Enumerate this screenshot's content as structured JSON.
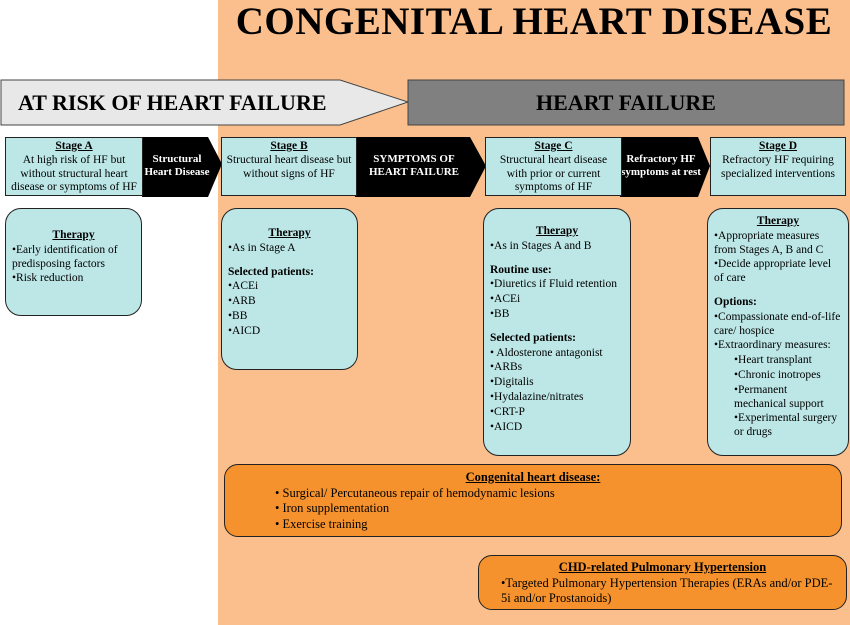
{
  "title": "CONGENITAL HEART DISEASE",
  "bands": {
    "at_risk": "AT RISK OF HEART FAILURE",
    "heart_failure": "HEART FAILURE"
  },
  "stages": [
    {
      "title": "Stage A",
      "desc": "At high risk of HF but without structural heart disease or symptoms of HF"
    },
    {
      "title": "Stage B",
      "desc": "Structural heart disease but without signs of HF"
    },
    {
      "title": "Stage C",
      "desc": "Structural heart disease with prior or current symptoms of HF"
    },
    {
      "title": "Stage D",
      "desc": "Refractory HF requiring specialized interventions"
    }
  ],
  "transitions": {
    "a_b": "Structural Heart Disease",
    "b_c": "SYMPTOMS OF HEART FAILURE",
    "c_d": "Refractory HF symptoms at rest"
  },
  "therapy": {
    "label": "Therapy",
    "a": {
      "items": [
        "•Early identification of predisposing factors",
        "•Risk reduction"
      ]
    },
    "b": {
      "items": [
        "•As in Stage A"
      ],
      "selected_label": "Selected patients:",
      "selected": [
        "•ACEi",
        "•ARB",
        "•BB",
        "•AICD"
      ]
    },
    "c": {
      "items": [
        "•As in Stages A and B"
      ],
      "routine_label": "Routine use:",
      "routine": [
        "•Diuretics if Fluid retention",
        "•ACEi",
        "•BB"
      ],
      "selected_label": "Selected patients:",
      "selected": [
        "• Aldosterone antagonist",
        "•ARBs",
        "•Digitalis",
        "•Hydalazine/nitrates",
        "•CRT-P",
        "•AICD"
      ]
    },
    "d": {
      "items": [
        "•Appropriate measures from  Stages A, B and C",
        "•Decide appropriate level of care"
      ],
      "options_label": "Options:",
      "options": [
        "•Compassionate end-of-life care/ hospice",
        "•Extraordinary measures:"
      ],
      "extra": [
        "•Heart transplant",
        "•Chronic inotropes",
        "•Permanent mechanical support",
        "•Experimental surgery or drugs"
      ]
    }
  },
  "chd": {
    "title": "Congenital heart disease:",
    "items": [
      "• Surgical/ Percutaneous repair of hemodynamic lesions",
      "• Iron supplementation",
      "• Exercise training"
    ]
  },
  "ph": {
    "title": "CHD-related Pulmonary Hypertension",
    "text": "•Targeted Pulmonary Hypertension Therapies (ERAs and/or PDE-5i and/or Prostanoids)"
  },
  "colors": {
    "orange_panel": "#fbbf8d",
    "stage_fill": "#bde6e6",
    "orange_box": "#f5922d",
    "band_grey": "#808080",
    "band_light": "#e8e8e8",
    "arrow_black": "#000000"
  }
}
